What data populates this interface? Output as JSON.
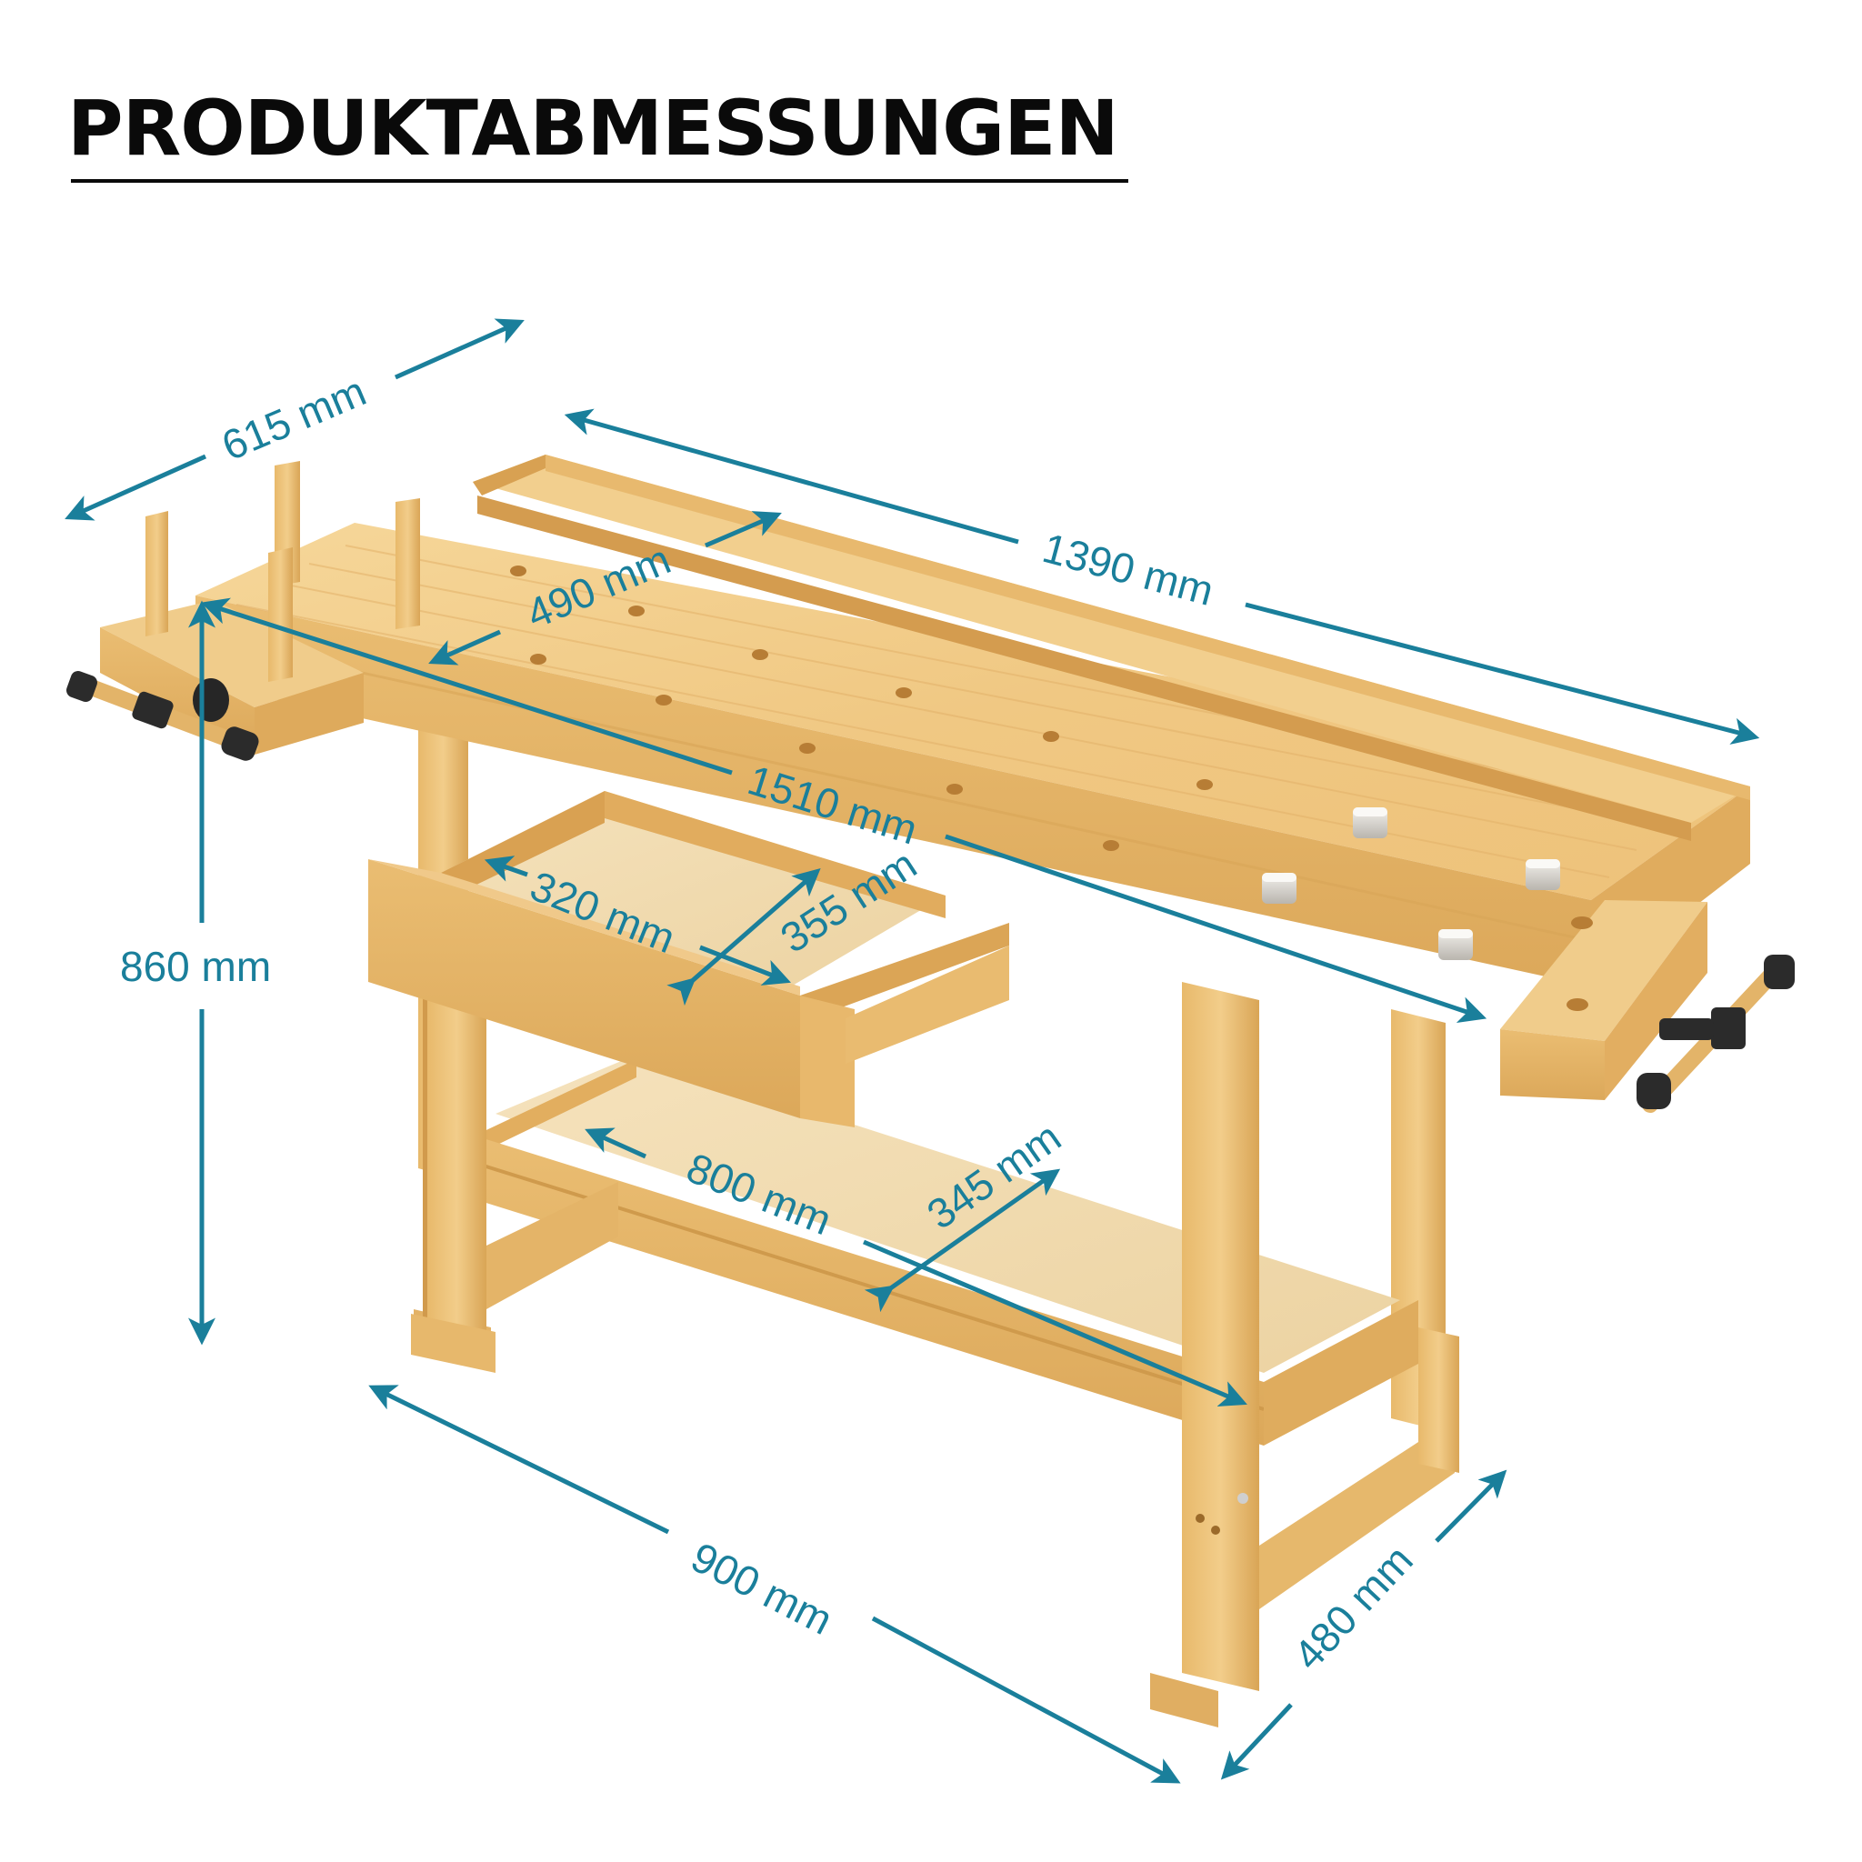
{
  "header": {
    "title": "PRODUKTABMESSUNGEN"
  },
  "colors": {
    "dimension_accent": "#1a7f9b",
    "title": "#0a0a0a",
    "wood_light": "#f1cf8e",
    "wood_mid": "#e4b66a",
    "wood_dark": "#c9924a",
    "plywood": "#f3dfb7",
    "vise_handle": "#2b2b2b",
    "bench_dog": "#d9d6d0",
    "background": "#ffffff"
  },
  "dimensions": {
    "depth_total": {
      "label": "615 mm",
      "value": 615,
      "unit": "mm"
    },
    "top_length": {
      "label": "1390 mm",
      "value": 1390,
      "unit": "mm"
    },
    "top_depth": {
      "label": "490 mm",
      "value": 490,
      "unit": "mm"
    },
    "length_total": {
      "label": "1510 mm",
      "value": 1510,
      "unit": "mm"
    },
    "height": {
      "label": "860 mm",
      "value": 860,
      "unit": "mm"
    },
    "drawer_width": {
      "label": "320 mm",
      "value": 320,
      "unit": "mm"
    },
    "drawer_depth": {
      "label": "355 mm",
      "value": 355,
      "unit": "mm"
    },
    "shelf_length": {
      "label": "800 mm",
      "value": 800,
      "unit": "mm"
    },
    "shelf_depth": {
      "label": "345 mm",
      "value": 345,
      "unit": "mm"
    },
    "base_length": {
      "label": "900 mm",
      "value": 900,
      "unit": "mm"
    },
    "base_depth": {
      "label": "480 mm",
      "value": 480,
      "unit": "mm"
    }
  },
  "product": {
    "parts": [
      "workbench-top",
      "tool-tray",
      "drawer",
      "lower-shelf",
      "legs",
      "left-vise",
      "right-vise",
      "bench-dogs",
      "wooden-pegs"
    ]
  }
}
